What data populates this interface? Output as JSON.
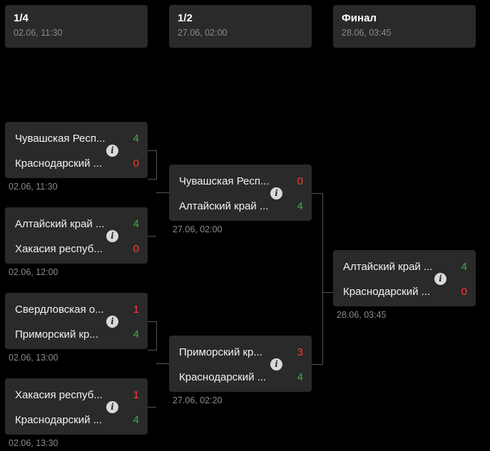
{
  "rounds": [
    {
      "title": "1/4",
      "date": "02.06, 11:30"
    },
    {
      "title": "1/2",
      "date": "27.06, 02:00"
    },
    {
      "title": "Финал",
      "date": "28.06, 03:45"
    }
  ],
  "matches": [
    {
      "team1": "Чувашская Респ...",
      "score1": "4",
      "team2": "Краснодарский ...",
      "score2": "0",
      "date": "02.06, 11:30"
    },
    {
      "team1": "Алтайский край ...",
      "score1": "4",
      "team2": "Хакасия респуб...",
      "score2": "0",
      "date": "02.06, 12:00"
    },
    {
      "team1": "Свердловская о...",
      "score1": "1",
      "team2": "Приморский кр...",
      "score2": "4",
      "date": "02.06, 13:00"
    },
    {
      "team1": "Хакасия респуб...",
      "score1": "1",
      "team2": "Краснодарский ...",
      "score2": "4",
      "date": "02.06, 13:30"
    },
    {
      "team1": "Чувашская Респ...",
      "score1": "0",
      "team2": "Алтайский край ...",
      "score2": "4",
      "date": "27.06, 02:00"
    },
    {
      "team1": "Приморский кр...",
      "score1": "3",
      "team2": "Краснодарский ...",
      "score2": "4",
      "date": "27.06, 02:20"
    },
    {
      "team1": "Алтайский край ...",
      "score1": "4",
      "team2": "Краснодарский ...",
      "score2": "0",
      "date": "28.06, 03:45"
    }
  ],
  "info_icon": "info-icon",
  "colors": {
    "win": "#3fae4a",
    "loss": "#ff3b30",
    "card": "#2a2a2a",
    "background": "#000000"
  }
}
